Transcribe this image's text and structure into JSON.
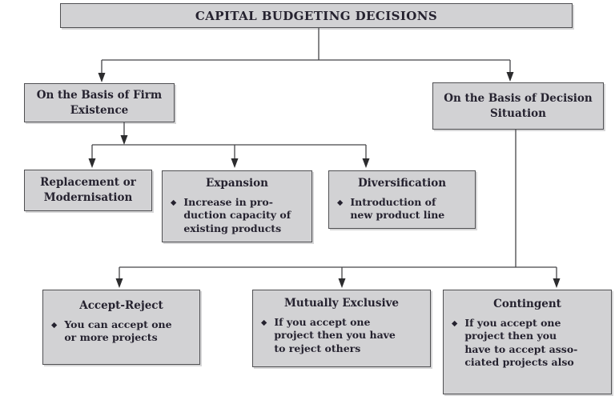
{
  "diagram": {
    "title": "CAPITAL BUDGETING DECISIONS",
    "bullet_glyph": "◆",
    "colors": {
      "box_fill": "#d2d2d4",
      "box_border": "#4f4f52",
      "text": "#25222f",
      "connector": "#454548"
    },
    "branches": {
      "firm_existence": {
        "label": "On the Basis of Firm\nExistence",
        "children": [
          {
            "title": "Replacement or\nModernisation",
            "detail": ""
          },
          {
            "title": "Expansion",
            "detail": "Increase in pro-\nduction capacity of\nexisting products"
          },
          {
            "title": "Diversification",
            "detail": "Introduction of\nnew product line"
          }
        ]
      },
      "decision_situation": {
        "label": "On the Basis of Decision\nSituation",
        "children": [
          {
            "title": "Accept-Reject",
            "detail": "You can accept one\nor more projects"
          },
          {
            "title": "Mutually Exclusive",
            "detail": "If you accept one\nproject then you have\nto reject others"
          },
          {
            "title": "Contingent",
            "detail": "If you accept one\nproject then you\nhave to accept asso-\nciated projects also"
          }
        ]
      }
    }
  }
}
